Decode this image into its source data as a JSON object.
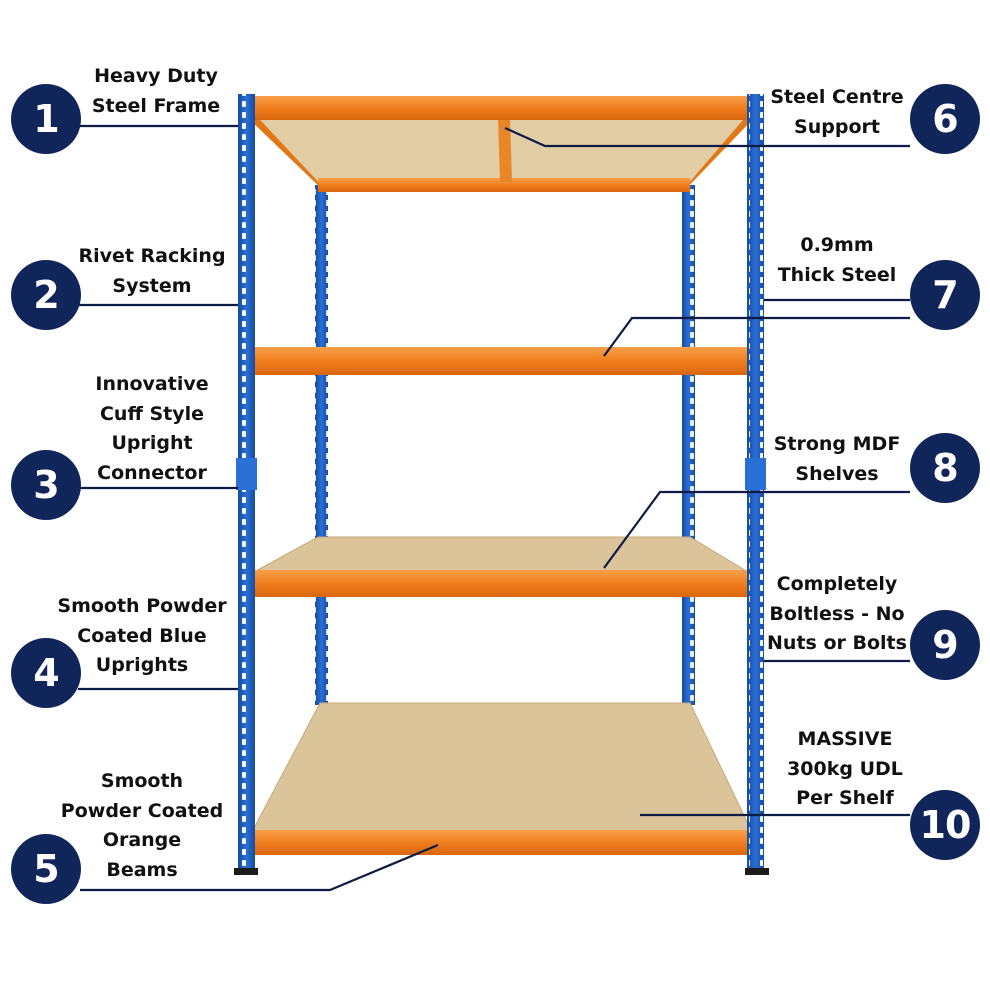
{
  "colors": {
    "badge": "#10265a",
    "upright": "#1f5fc4",
    "beam": "#f07e1e",
    "board": "#dcc49a",
    "leader": "#0d1b45"
  },
  "callouts": [
    {
      "number": "1",
      "lines": [
        "Heavy Duty",
        "Steel Frame"
      ]
    },
    {
      "number": "2",
      "lines": [
        "Rivet Racking",
        "System"
      ]
    },
    {
      "number": "3",
      "lines": [
        "Innovative",
        "Cuff Style",
        "Upright",
        "Connector"
      ]
    },
    {
      "number": "4",
      "lines": [
        "Smooth Powder",
        "Coated Blue",
        "Uprights"
      ]
    },
    {
      "number": "5",
      "lines": [
        "Smooth",
        "Powder Coated",
        "Orange",
        "Beams"
      ]
    },
    {
      "number": "6",
      "lines": [
        "Steel Centre",
        "Support"
      ]
    },
    {
      "number": "7",
      "lines": [
        "0.9mm",
        "Thick Steel"
      ]
    },
    {
      "number": "8",
      "lines": [
        "Strong MDF",
        "Shelves"
      ]
    },
    {
      "number": "9",
      "lines": [
        "Completely",
        "Boltless - No",
        "Nuts or Bolts"
      ]
    },
    {
      "number": "10",
      "lines": [
        "MASSIVE",
        "300kg UDL",
        "Per Shelf"
      ]
    }
  ]
}
